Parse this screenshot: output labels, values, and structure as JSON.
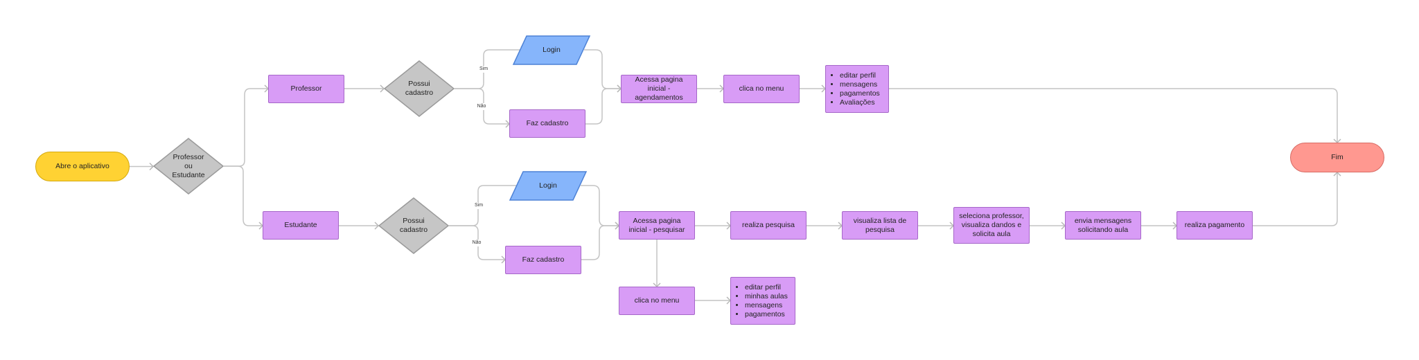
{
  "diagram": {
    "nodes": {
      "start": {
        "label": "Abre o aplicativo"
      },
      "role_decision": {
        "lines": [
          "Professor",
          "ou",
          "Estudante"
        ]
      },
      "professor": {
        "label": "Professor"
      },
      "prof_has_account": {
        "lines": [
          "Possui",
          "cadastro"
        ]
      },
      "prof_login": {
        "label": "Login"
      },
      "prof_signup": {
        "label": "Faz cadastro"
      },
      "prof_home": {
        "label": "Acessa pagina inicial - agendamentos"
      },
      "prof_menu": {
        "label": "clica no menu"
      },
      "prof_menu_options": {
        "items": [
          "editar perfil",
          "mensagens",
          "pagamentos",
          "Avaliações"
        ]
      },
      "estudante": {
        "label": "Estudante"
      },
      "est_has_account": {
        "lines": [
          "Possui",
          "cadastro"
        ]
      },
      "est_login": {
        "label": "Login"
      },
      "est_signup": {
        "label": "Faz cadastro"
      },
      "est_home": {
        "label": "Acessa pagina inicial - pesquisar"
      },
      "est_search": {
        "label": "realiza pesquisa"
      },
      "est_view_list": {
        "label": "visualiza lista de pesquisa"
      },
      "est_select_prof": {
        "label": "seleciona professor, visualiza dandos e solicita aula"
      },
      "est_send_msg": {
        "label": "envia mensagens solicitando aula"
      },
      "est_payment": {
        "label": "realiza pagamento"
      },
      "est_menu": {
        "label": "clica no menu"
      },
      "est_menu_options": {
        "items": [
          "editar perfil",
          "minhas aulas",
          "mensagens",
          "pagamentos"
        ]
      },
      "end": {
        "label": "Fim"
      }
    },
    "edge_labels": {
      "prof_yes": "Sim",
      "prof_no": "Não",
      "est_yes": "Sim",
      "est_no": "Não"
    }
  }
}
